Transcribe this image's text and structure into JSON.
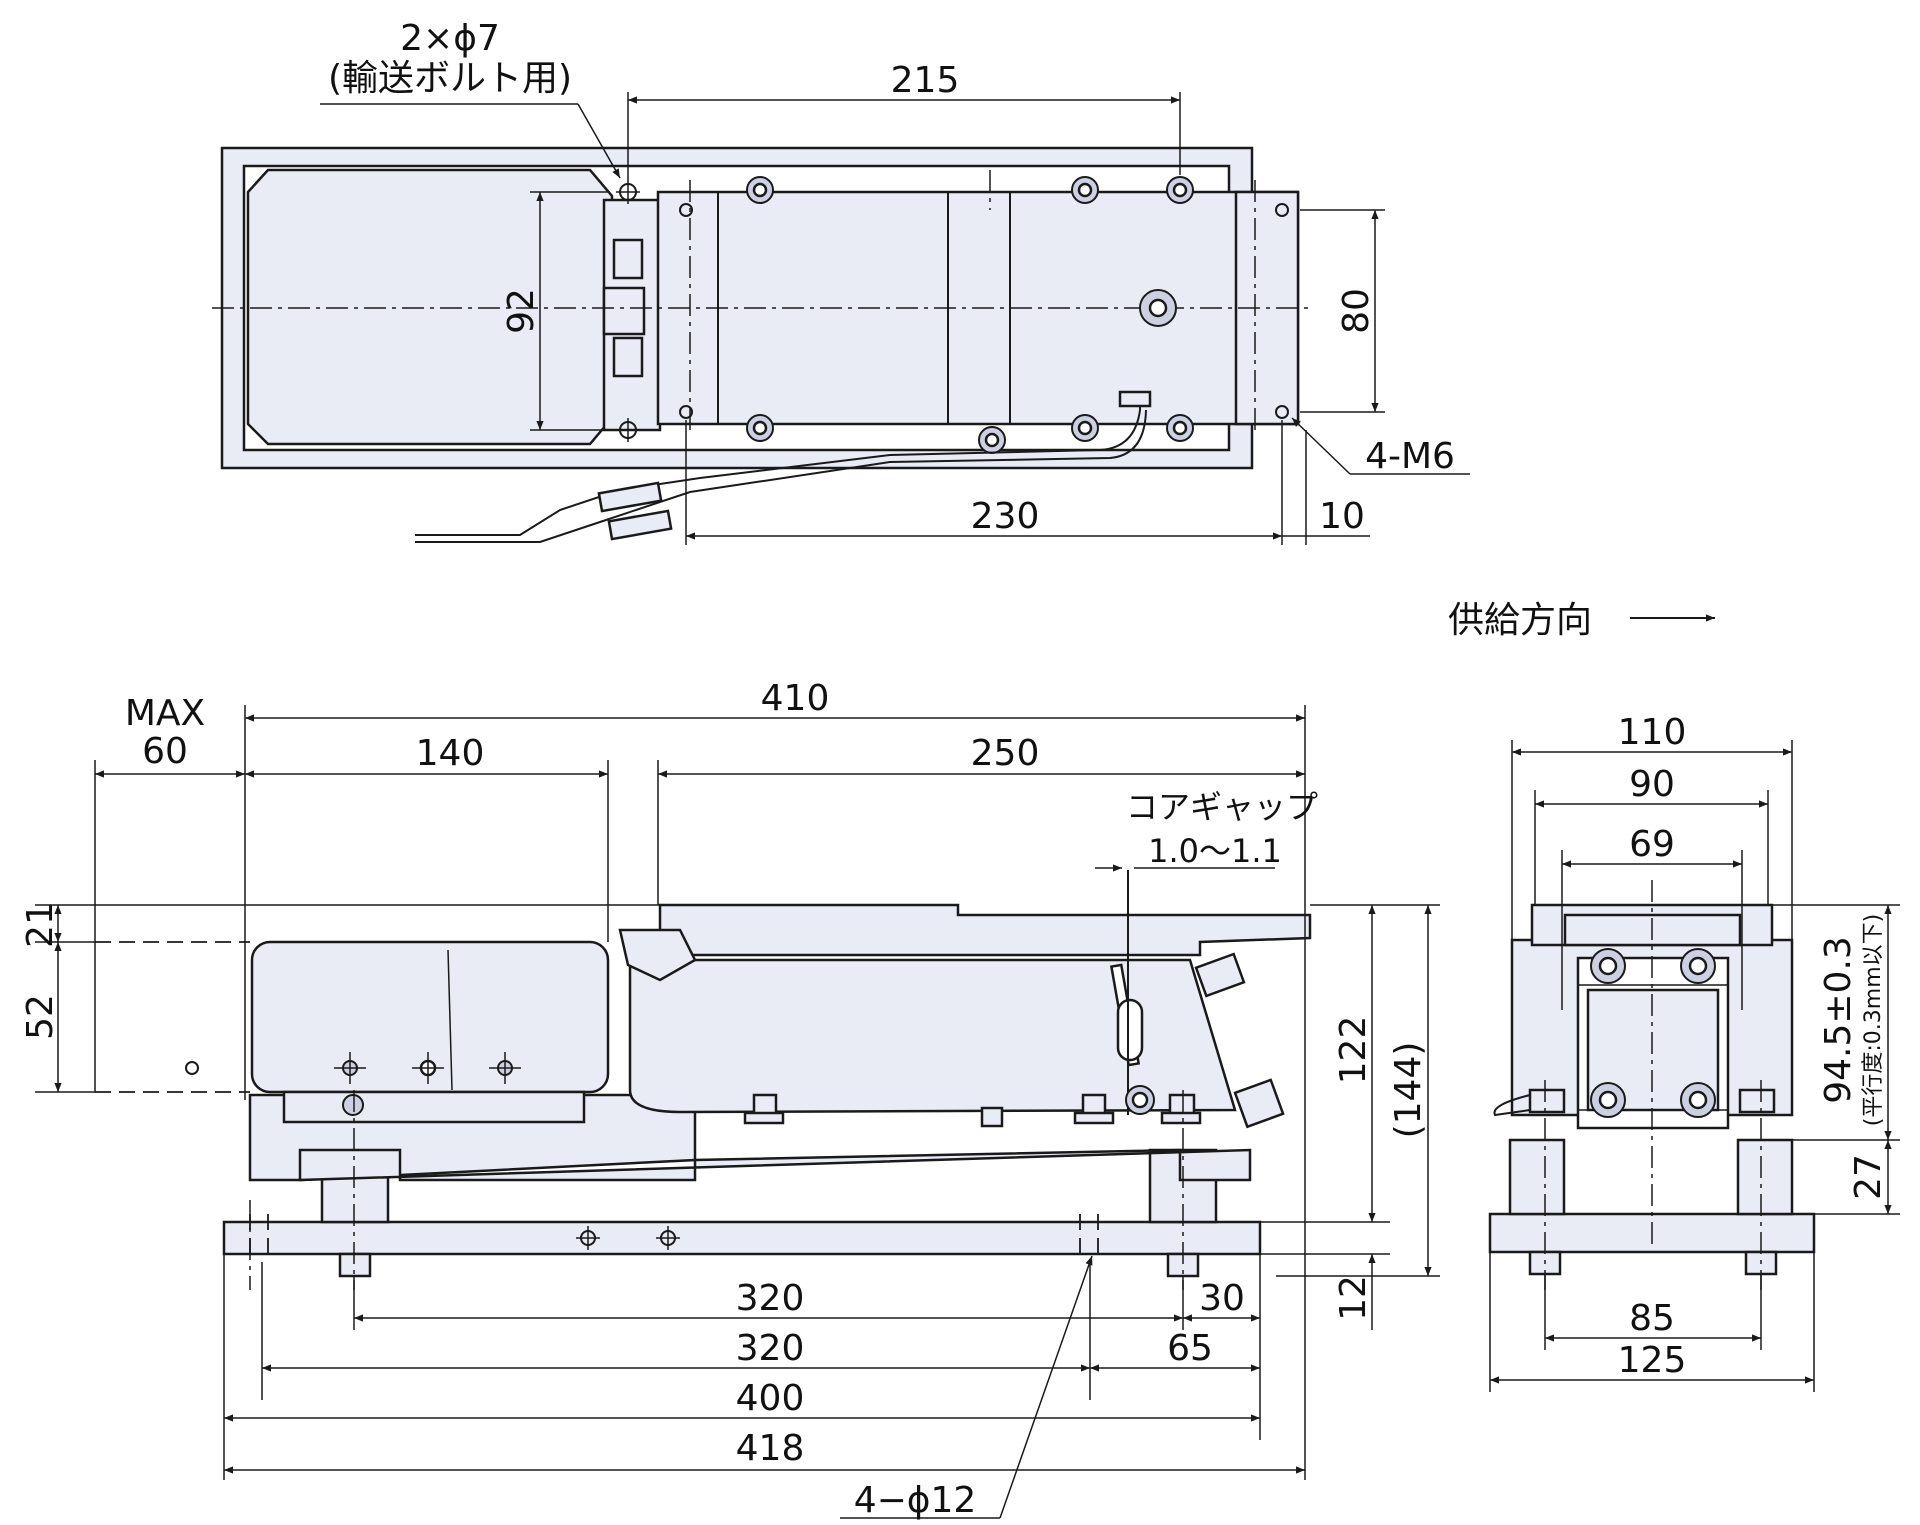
{
  "top_view": {
    "hole_note_line1": "2×ϕ7",
    "hole_note_line2": "(輸送ボルト用)",
    "dim_215": "215",
    "dim_92": "92",
    "dim_80": "80",
    "tap_note": "4-M6",
    "dim_230": "230",
    "dim_10": "10"
  },
  "feed_direction": "供給方向",
  "side_view": {
    "max_label": "MAX",
    "dim_60": "60",
    "dim_410": "410",
    "dim_140": "140",
    "dim_250": "250",
    "core_gap_label": "コアギャップ",
    "core_gap_value": "1.0〜1.1",
    "dim_21": "21",
    "dim_52": "52",
    "dim_122": "122",
    "dim_144": "(144)",
    "dim_12": "12",
    "dim_320_a": "320",
    "dim_30": "30",
    "dim_320_b": "320",
    "dim_65": "65",
    "dim_400": "400",
    "dim_418": "418",
    "hole_note": "4−ϕ12"
  },
  "end_view": {
    "dim_110": "110",
    "dim_90": "90",
    "dim_69": "69",
    "dim_94_5": "94.5±0.3",
    "flatness_note": "(平行度:0.3mm以下)",
    "dim_27": "27",
    "dim_85": "85",
    "dim_125": "125"
  },
  "colors": {
    "part_fill": "#e9ebf5",
    "line": "#1a1a1a"
  }
}
